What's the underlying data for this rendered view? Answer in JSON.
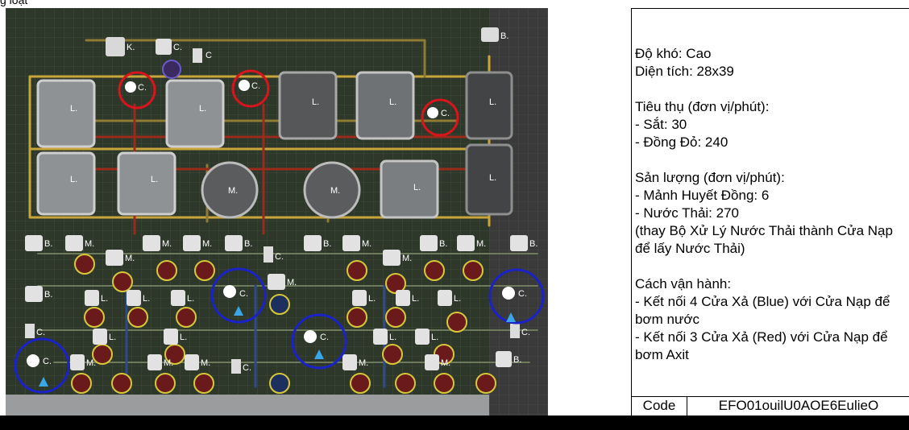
{
  "page": {
    "top_title": "g loạt"
  },
  "machines": {
    "top_row": [
      "K.",
      "C.",
      "C"
    ],
    "corner_label": "B.",
    "refinery_label": "L.",
    "crusher_label": "M.",
    "small_label": "C.",
    "pump_label": "B.",
    "mixer_label": "M."
  },
  "info": {
    "lines": [
      "Độ khó: Cao",
      "Diện tích: 28x39",
      "",
      "Tiêu thụ (đơn vị/phút):",
      "- Sắt: 30",
      "- Đồng Đỏ: 240",
      "",
      "Sản lượng (đơn vị/phút):",
      "- Mảnh Huyết Đồng: 6",
      "- Nước Thải: 270",
      "(thay Bộ Xử Lý Nước Thải thành Cửa Nạp để lấy Nước Thải)",
      "",
      "Cách vận hành:",
      "- Kết nối 4 Cửa Xả (Blue) với Cửa Nạp để bơm nước",
      "- Kết nối 3 Cửa Xả (Red) với Cửa Nạp để bơm Axit"
    ],
    "code_label": "Code",
    "code_value": "EFO01ouilU0AOE6EulieO"
  },
  "colors": {
    "red_circle": "#d8141c",
    "blue_circle": "#1a22c8",
    "game_bg": "#2e382a",
    "belt_yellow": "#c8a53a",
    "pipe_red": "#9a2b1a"
  }
}
